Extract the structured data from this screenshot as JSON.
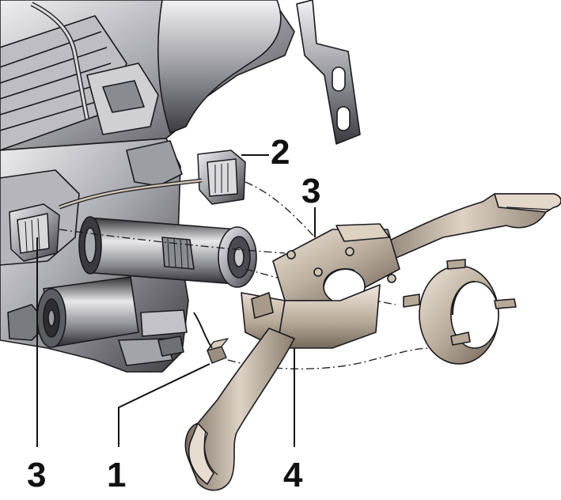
{
  "colors": {
    "metal_dark": "#3f3f44",
    "metal_mid": "#8f8f96",
    "metal_light": "#d7d7dc",
    "tan_dark": "#6e6256",
    "tan_mid": "#b9ab9b",
    "tan_light": "#e6dccf",
    "line": "#111111"
  },
  "callouts": {
    "c1": "1",
    "c2": "2",
    "c3_top": "3",
    "c3_left": "3",
    "c4": "4"
  }
}
